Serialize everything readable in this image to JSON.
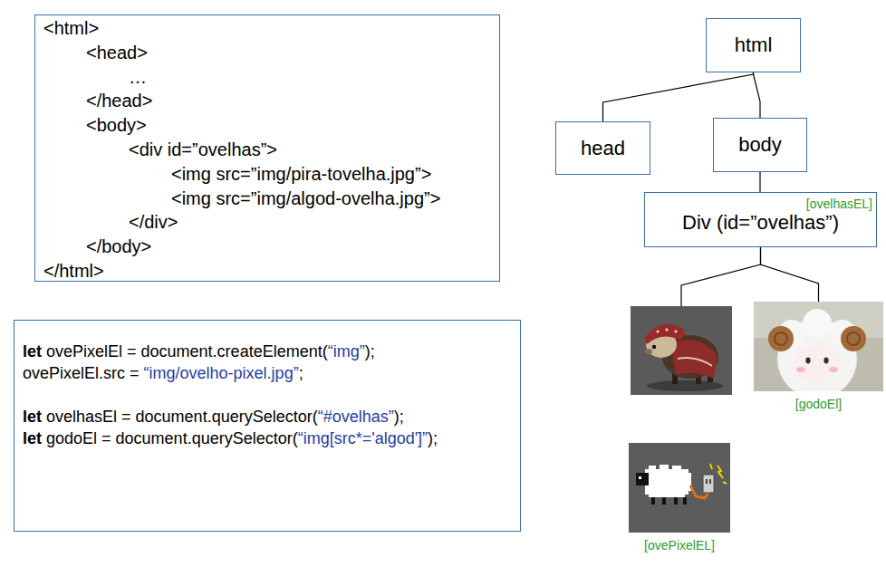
{
  "diagram": {
    "nodes": [
      {
        "text": [
          "<html>",
          "<head>",
          "…",
          "</head>",
          "<body>",
          "<div id=”ovelhas”>",
          "<img src=”img/pira-tovelha.jpg”>",
          "<img src=”img/algod-ovelha.jpg”>",
          "</div>",
          "</body>",
          "</html>"
        ]
      },
      {
        "text": [
          "let ovePixelEl = document.createElement(“img”);",
          "ovePixelEl.src = “img/ovelho-pixel.jpg”;",
          "let ovelhasEl = document.querySelector(“#ovelhas”);",
          "let godoEl = document.querySelector(“img[src*='algod']”);"
        ]
      },
      {
        "text": [
          "html"
        ]
      },
      {
        "text": [
          "head"
        ]
      },
      {
        "text": [
          "body"
        ]
      },
      {
        "text": [
          "[ovelhasEL]",
          "Div (id=”ovelhas”)"
        ]
      },
      {
        "text": []
      },
      {
        "text": [
          "[godoEl]"
        ]
      },
      {
        "text": [
          "[ovePixelEL]"
        ]
      }
    ],
    "edges": [
      {
        "from": 2,
        "to": 3,
        "arrow": "none"
      },
      {
        "from": 2,
        "to": 4,
        "arrow": "none"
      },
      {
        "from": 4,
        "to": 5,
        "arrow": "none"
      },
      {
        "from": 5,
        "to": 6,
        "arrow": "none"
      },
      {
        "from": 5,
        "to": 7,
        "arrow": "none"
      }
    ]
  }
}
